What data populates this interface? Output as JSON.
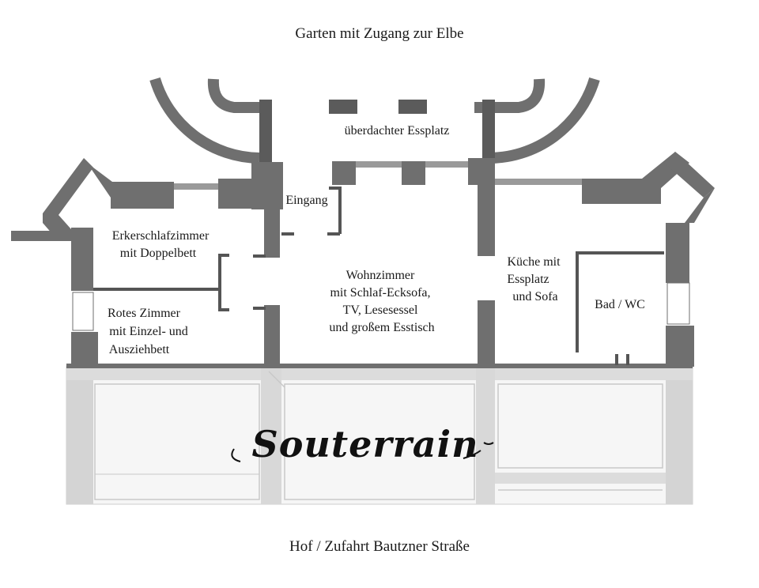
{
  "plan": {
    "top_caption": "Garten mit Zugang zur Elbe",
    "bottom_caption": "Hof / Zufahrt Bautzner Straße",
    "floor_label": "Souterrain",
    "rooms": {
      "terrace": "überdachter Essplatz",
      "entrance": "Eingang",
      "bedroom_bay": [
        "Erkerschlafzimmer",
        "mit Doppelbett"
      ],
      "red_room": [
        "Rotes Zimmer",
        "mit Einzel- und",
        "Ausziehbett"
      ],
      "living_room": [
        "Wohnzimmer",
        "mit Schlaf-Ecksofa,",
        "TV, Lesesessel",
        "und großem Esstisch"
      ],
      "kitchen": [
        "Küche mit",
        "Essplatz",
        "und Sofa"
      ],
      "bathroom": "Bad / WC"
    },
    "colors": {
      "wall_fill": "#6f6f6f",
      "upper_floor_wall": "#c8c8c8",
      "new_wall": "#555555"
    }
  }
}
